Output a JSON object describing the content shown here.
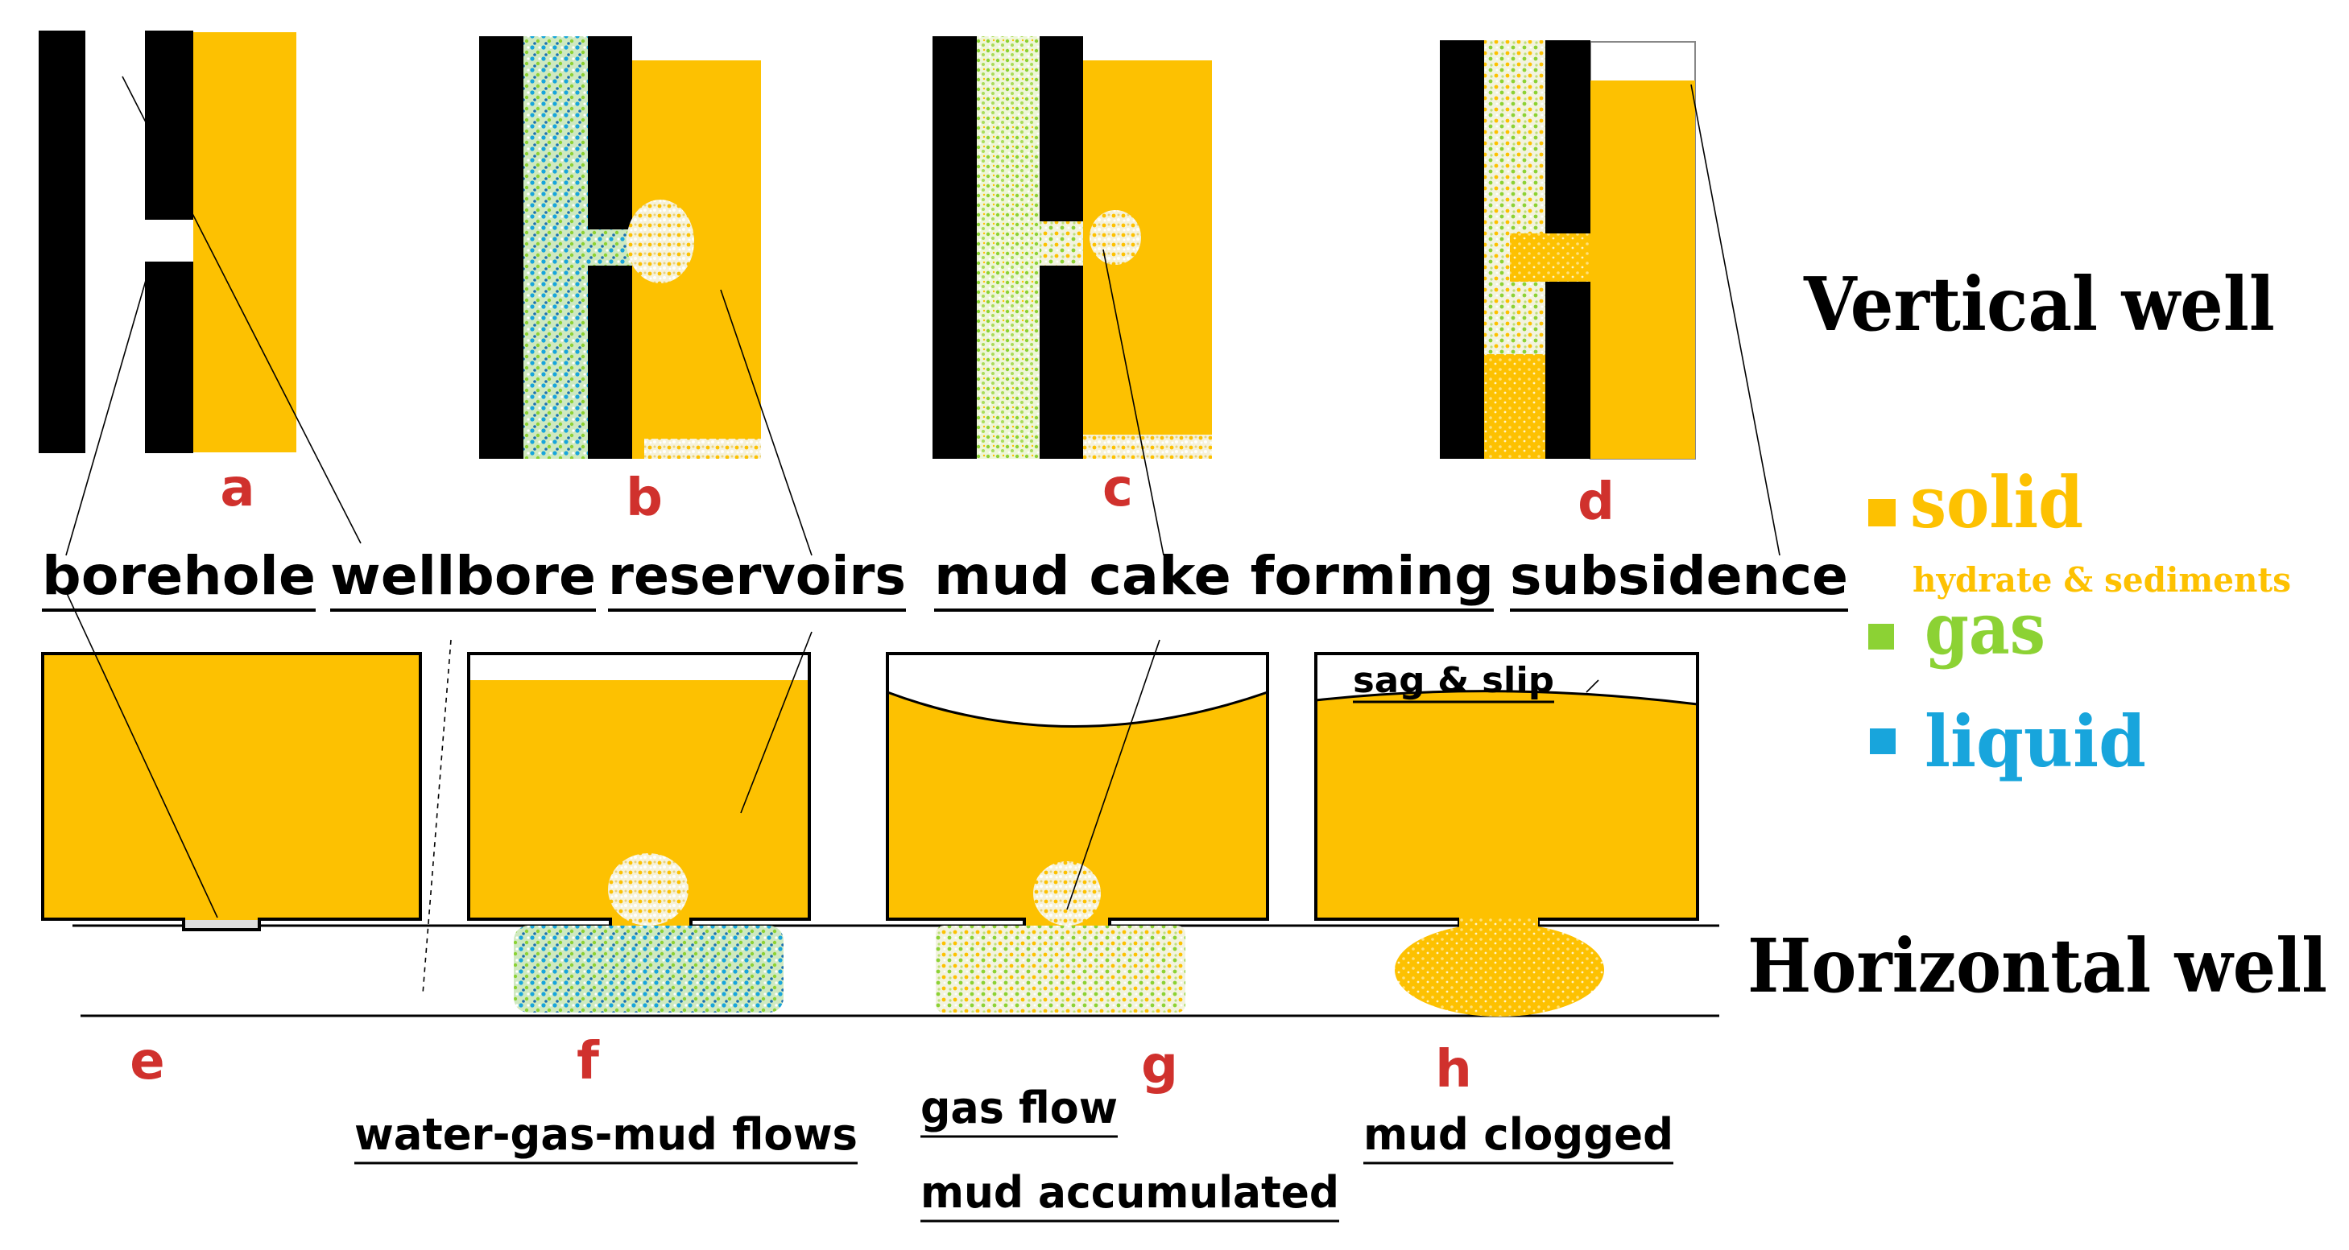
{
  "colors": {
    "solid": "#FDC101",
    "gas": "#8CD234",
    "liquid": "#18A5DC",
    "casing": "#000000",
    "label_red": "#D0312D",
    "caption": "#000000"
  },
  "letters": {
    "a": "a",
    "b": "b",
    "c": "c",
    "d": "d",
    "e": "e",
    "f": "f",
    "g": "g",
    "h": "h"
  },
  "captions": {
    "borehole": "borehole",
    "wellbore": "wellbore",
    "reservoirs": "reservoirs",
    "mud_cake": "mud cake forming",
    "subsidence": "subsidence",
    "sag_slip": "sag & slip",
    "water_gas_mud": "water-gas-mud flows",
    "gas_flow": "gas flow",
    "mud_accumulated": "mud accumulated",
    "mud_clogged": "mud clogged"
  },
  "headings": {
    "vertical": "Vertical well",
    "horizontal": "Horizontal well"
  },
  "legend": {
    "solid": "solid",
    "solid_sub": "hydrate & sediments",
    "gas": "gas",
    "liquid": "liquid"
  }
}
